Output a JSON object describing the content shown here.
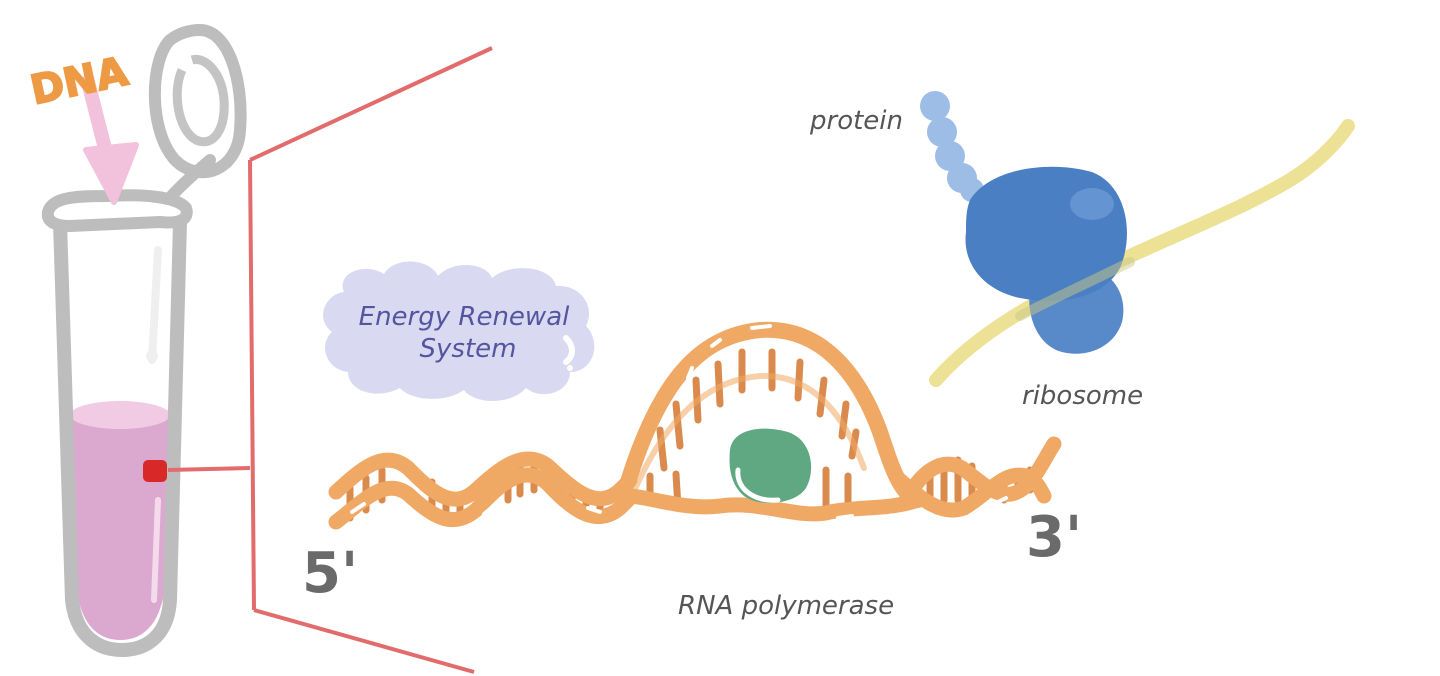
{
  "labels": {
    "dna": "DNA",
    "energy_line1": "Energy Renewal",
    "energy_line2": "System",
    "protein": "protein",
    "ribosome": "ribosome",
    "rna_polymerase": "RNA polymerase",
    "five_prime": "5'",
    "three_prime": "3'"
  },
  "colors": {
    "tube_outline": "#b8b8b8",
    "tube_liquid": "#dba8d0",
    "liquid_surface": "#efc6e2",
    "arrow": "#f2c2dc",
    "dna_label": "#ee9a45",
    "zoom_lines": "#e26b6b",
    "sample_dot": "#d82828",
    "cloud": "#d9daf1",
    "cloud_text": "#54559e",
    "dna_strand": "#f0a964",
    "dna_rungs": "#d98a4c",
    "polymerase": "#5fa882",
    "ribosome": "#4a7fc3",
    "mrna": "#eadc84",
    "protein_chain": "#9dbde7",
    "label_text": "#555555",
    "prime_label": "#6a6a6a"
  }
}
